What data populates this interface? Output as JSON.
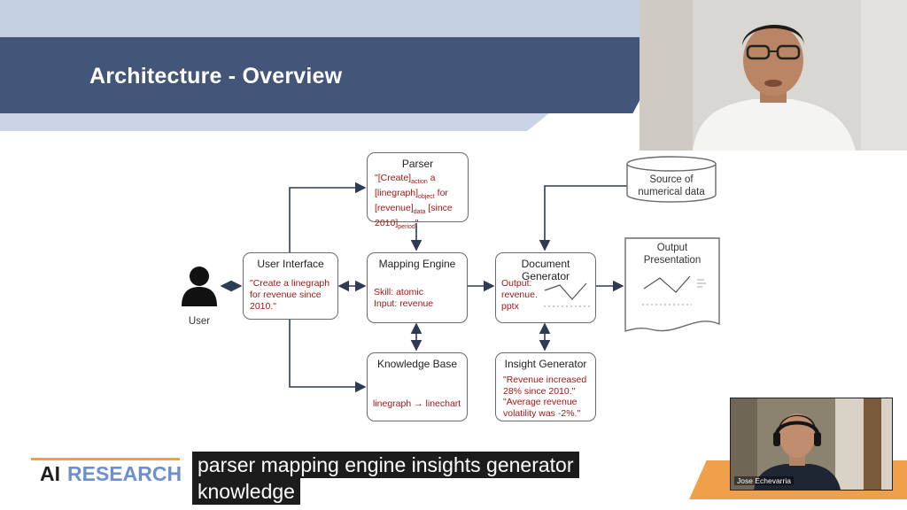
{
  "slide": {
    "title": "Architecture - Overview",
    "user_label": "User",
    "parser": {
      "title": "Parser",
      "line1_a": "\"[Create]",
      "line1_sub": "action",
      "line1_b": " a",
      "line2_a": "[linegraph]",
      "line2_sub": "object",
      "line2_b": " for",
      "line3_a": "[revenue]",
      "line3_sub": "data",
      "line3_b": " [since",
      "line4_a": "2010]",
      "line4_sub": "period",
      "line4_b": "\""
    },
    "user_interface": {
      "title": "User Interface",
      "text": "\"Create a linegraph for revenue since 2010.\""
    },
    "mapping_engine": {
      "title": "Mapping Engine",
      "skill": "Skill: atomic",
      "input": "Input: revenue"
    },
    "knowledge_base": {
      "title": "Knowledge Base",
      "text": "linegraph → linechart"
    },
    "document_generator": {
      "title": "Document Generator",
      "output": "Output: revenue. pptx"
    },
    "insight_generator": {
      "title": "Insight Generator",
      "text1": "\"Revenue increased 28% since 2010.\"",
      "text2": "\"Average revenue volatility was  -2%.\""
    },
    "data_source": {
      "text": "Source of numerical data"
    },
    "output_presentation": {
      "text": "Output Presentation"
    }
  },
  "footer": {
    "brand_ai": "AI",
    "brand_research": "RESEARCH"
  },
  "caption": {
    "line1": "parser mapping engine insights generator",
    "line2": "knowledge"
  },
  "participants": {
    "small_name": "Jose Echevarria"
  },
  "colors": {
    "title_band": "#44557a",
    "accent_orange": "#f0a04b",
    "brand_blue": "#6d8fcf",
    "red_text": "#a01818"
  }
}
